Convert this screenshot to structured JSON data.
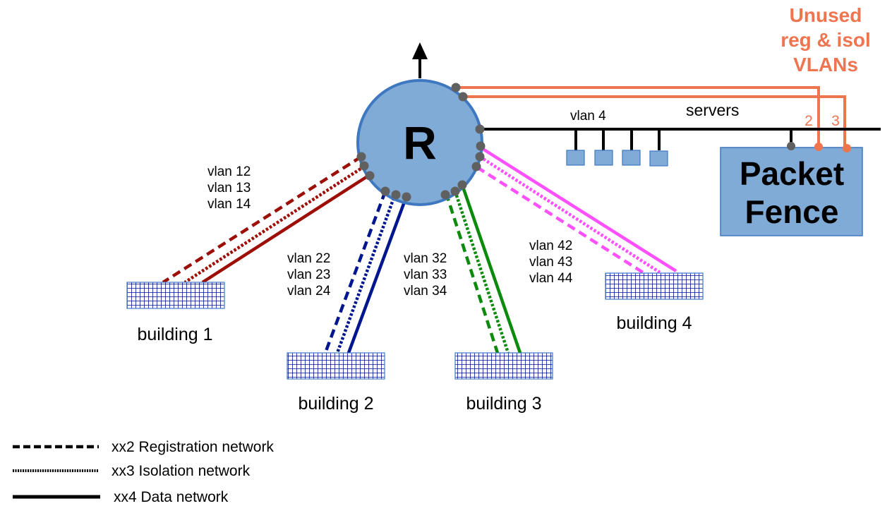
{
  "colors": {
    "router_fill": "#80abd6",
    "router_stroke": "#3e78c0",
    "port": "#606060",
    "unused": "#ef7550",
    "building_grid": "#000f8c",
    "building1": "#9c0e06",
    "building2": "#00168f",
    "building3": "#0c8a0c",
    "building4": "#ff50ff",
    "server": "#80abd6"
  },
  "router": {
    "label": "R",
    "uplink_icon": "arrow-up-icon"
  },
  "servers": {
    "label": "servers",
    "vlan_label": "vlan 4",
    "count": 4
  },
  "packetfence": {
    "line1": "Packet",
    "line2": "Fence"
  },
  "unused_note": {
    "line1": "Unused",
    "line2": "reg & isol",
    "line3": "VLANs",
    "port_labels": [
      "2",
      "3"
    ]
  },
  "buildings": [
    {
      "name": "building 1",
      "vlans": [
        "vlan 12",
        "vlan 13",
        "vlan 14"
      ]
    },
    {
      "name": "building 2",
      "vlans": [
        "vlan 22",
        "vlan 23",
        "vlan 24"
      ]
    },
    {
      "name": "building 3",
      "vlans": [
        "vlan 32",
        "vlan 33",
        "vlan 34"
      ]
    },
    {
      "name": "building 4",
      "vlans": [
        "vlan 42",
        "vlan 43",
        "vlan 44"
      ]
    }
  ],
  "legend": [
    {
      "style": "dashed",
      "label": "xx2 Registration network"
    },
    {
      "style": "dotted",
      "label": "xx3 Isolation network"
    },
    {
      "style": "solid",
      "label": "xx4 Data network"
    }
  ]
}
